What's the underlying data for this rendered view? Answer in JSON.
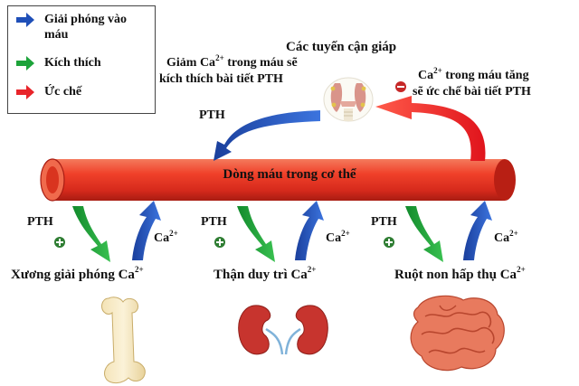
{
  "legend": {
    "items": [
      {
        "label": "Giải phóng vào máu",
        "color": "#1f4fb8"
      },
      {
        "label": "Kích thích",
        "color": "#1da33a"
      },
      {
        "label": "Ức chế",
        "color": "#e8242a"
      }
    ]
  },
  "gland": {
    "label": "Các tuyến cận giáp"
  },
  "left_note": {
    "line1_pre": "Giảm Ca",
    "line1_sup": "2+",
    "line1_post": " trong máu sẽ",
    "line2": "kích thích bài tiết PTH"
  },
  "right_note": {
    "line1_pre": "Ca",
    "line1_sup": "2+",
    "line1_post": " trong máu tăng",
    "line2": "sẽ ức chế bài tiết PTH"
  },
  "pth_top": "PTH",
  "vessel": {
    "label": "Dòng máu trong cơ thể"
  },
  "signs": {
    "minus": "−",
    "plus": "+"
  },
  "organs": [
    {
      "pth": "PTH",
      "ca": "Ca",
      "ca_sup": "2+",
      "label_pre": "Xương giải phóng Ca",
      "label_sup": "2+"
    },
    {
      "pth": "PTH",
      "ca": "Ca",
      "ca_sup": "2+",
      "label_pre": "Thận duy trì Ca",
      "label_sup": "2+"
    },
    {
      "pth": "PTH",
      "ca": "Ca",
      "ca_sup": "2+",
      "label_pre": "Ruột non hấp thụ Ca",
      "label_sup": "2+"
    }
  ],
  "colors": {
    "blue": "#1f4fb8",
    "green": "#1da33a",
    "red": "#e8242a",
    "vessel": "#e8442a",
    "plus_sign": "#2e7d32",
    "minus_sign": "#c62828"
  }
}
